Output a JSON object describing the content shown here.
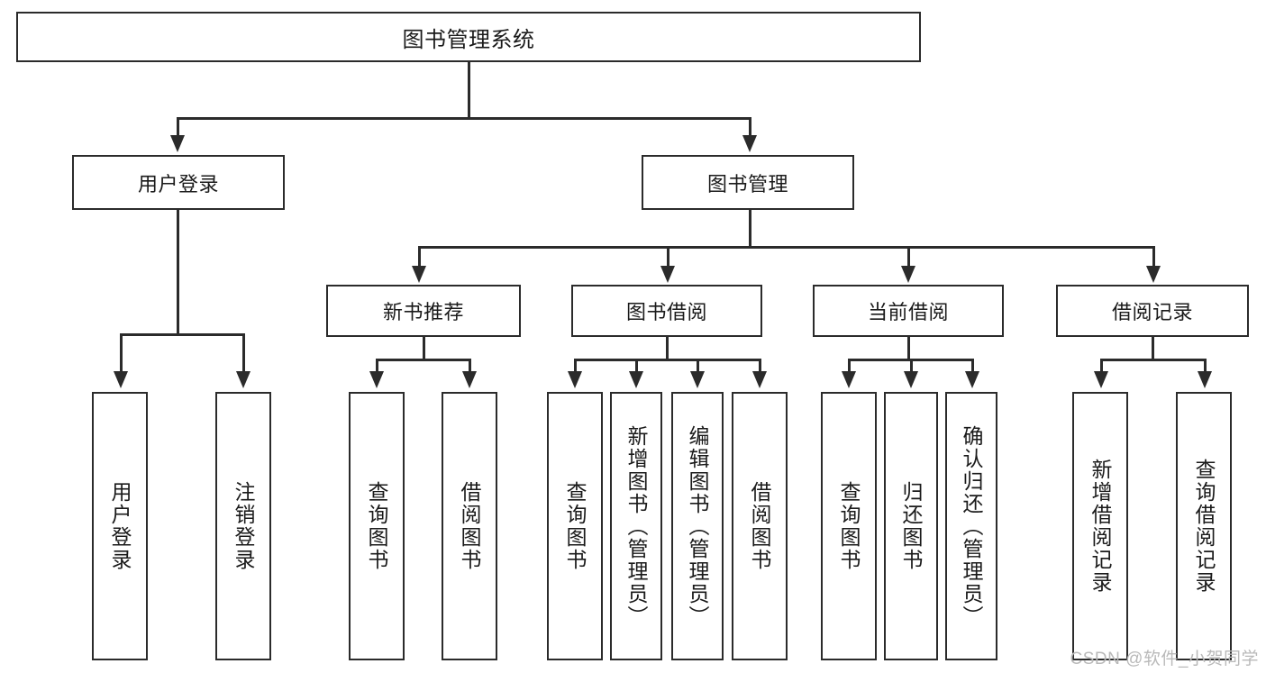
{
  "diagram": {
    "title": "图书管理系统",
    "type": "tree",
    "root": {
      "label": "图书管理系统"
    },
    "level2": [
      {
        "id": "user-login",
        "label": "用户登录"
      },
      {
        "id": "book-management",
        "label": "图书管理"
      }
    ],
    "level3": [
      {
        "id": "new-book-recommend",
        "label": "新书推荐",
        "parent": "book-management"
      },
      {
        "id": "book-borrow",
        "label": "图书借阅",
        "parent": "book-management"
      },
      {
        "id": "current-borrow",
        "label": "当前借阅",
        "parent": "book-management"
      },
      {
        "id": "borrow-record",
        "label": "借阅记录",
        "parent": "book-management"
      }
    ],
    "leaves": [
      {
        "id": "leaf-user-login",
        "label": "用户登录",
        "parent": "user-login"
      },
      {
        "id": "leaf-logout",
        "label": "注销登录",
        "parent": "user-login"
      },
      {
        "id": "leaf-query-book-1",
        "label": "查询图书",
        "parent": "new-book-recommend"
      },
      {
        "id": "leaf-borrow-book-1",
        "label": "借阅图书",
        "parent": "new-book-recommend"
      },
      {
        "id": "leaf-query-book-2",
        "label": "查询图书",
        "parent": "book-borrow"
      },
      {
        "id": "leaf-add-book",
        "label": "新增图书（管理员）",
        "parent": "book-borrow"
      },
      {
        "id": "leaf-edit-book",
        "label": "编辑图书（管理员）",
        "parent": "book-borrow"
      },
      {
        "id": "leaf-borrow-book-2",
        "label": "借阅图书",
        "parent": "book-borrow"
      },
      {
        "id": "leaf-query-book-3",
        "label": "查询图书",
        "parent": "current-borrow"
      },
      {
        "id": "leaf-return-book",
        "label": "归还图书",
        "parent": "current-borrow"
      },
      {
        "id": "leaf-confirm-return",
        "label": "确认归还（管理员）",
        "parent": "current-borrow"
      },
      {
        "id": "leaf-add-record",
        "label": "新增借阅记录",
        "parent": "borrow-record"
      },
      {
        "id": "leaf-query-record",
        "label": "查询借阅记录",
        "parent": "borrow-record"
      }
    ],
    "watermark": "CSDN @软件_小贺同学",
    "colors": {
      "stroke": "#2b2b2b",
      "fill": "#ffffff",
      "text": "#1a1a1a",
      "watermark": "#b9b9b9"
    }
  }
}
